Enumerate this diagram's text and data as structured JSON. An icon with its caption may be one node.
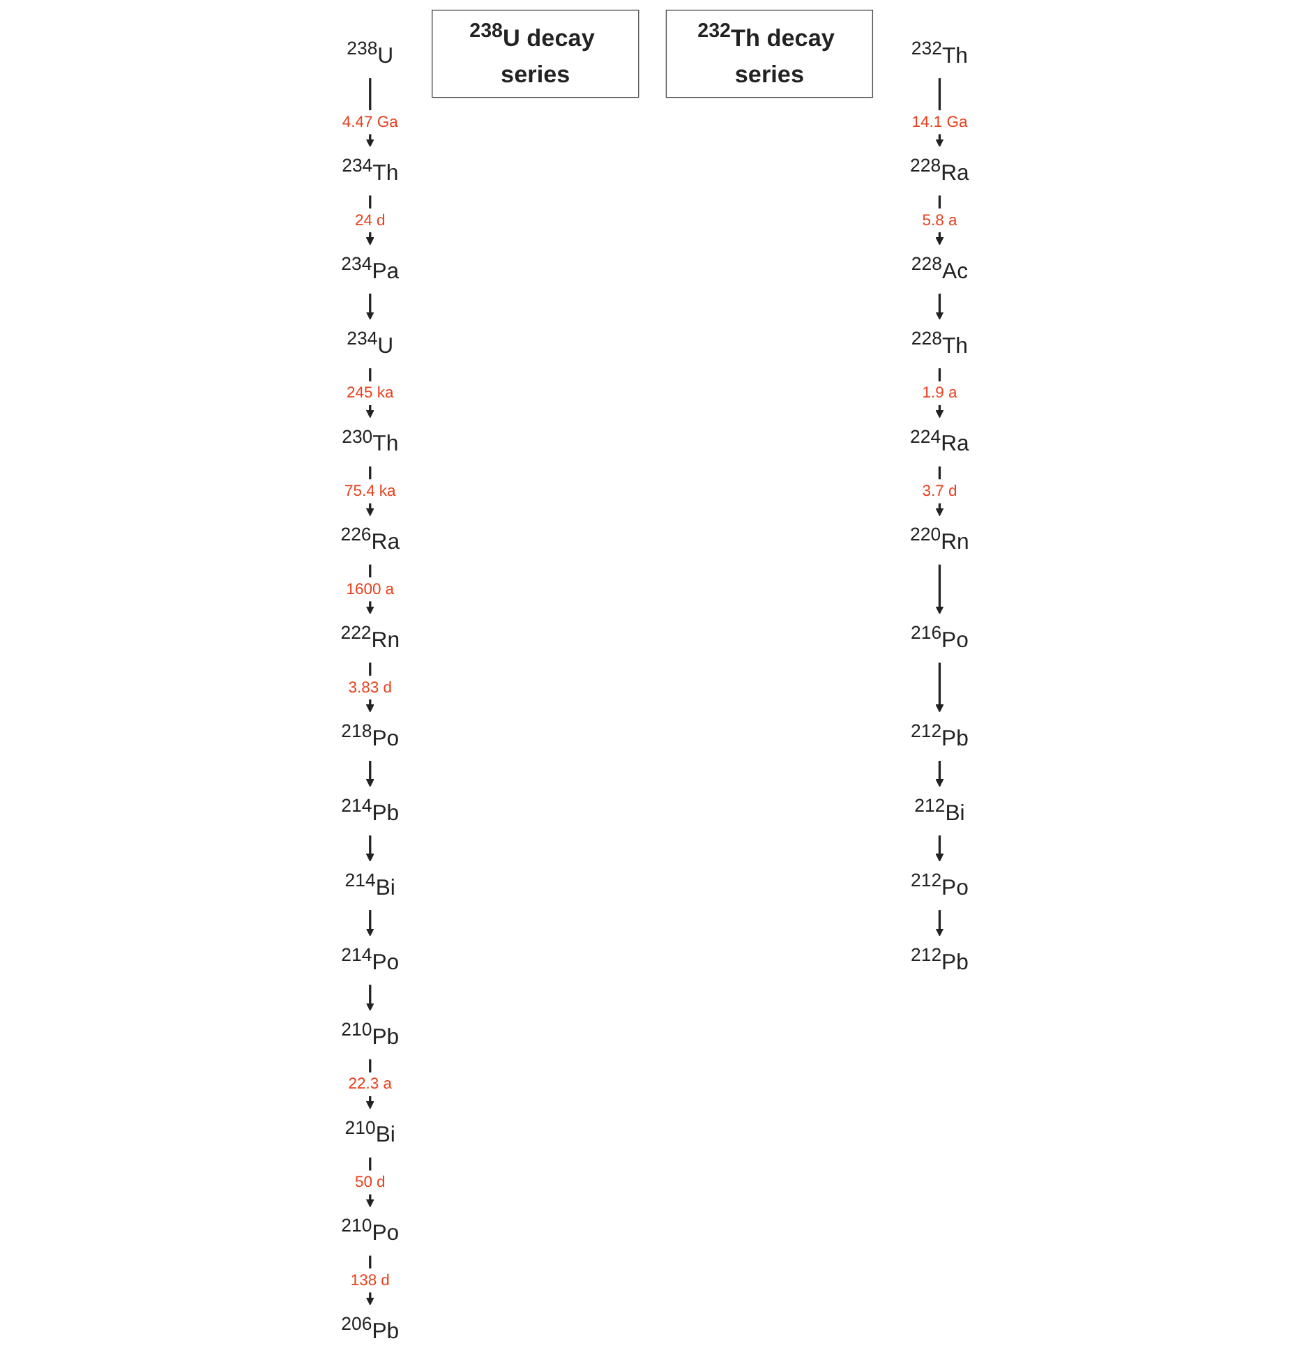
{
  "diagram": {
    "nodes": [
      {
        "text": [
          "$^{238}$U"
        ]
      },
      {
        "text": [
          "$^{234}$Th"
        ]
      },
      {
        "text": [
          "$^{238}$U decay series"
        ]
      },
      {
        "text": [
          "$^{234}$Pa"
        ]
      },
      {
        "text": [
          "$^{234}$U"
        ]
      },
      {
        "text": [
          "$^{230}$Th"
        ]
      },
      {
        "text": [
          "$^{226}$Ra"
        ]
      },
      {
        "text": [
          "$^{222}$Rn"
        ]
      },
      {
        "text": [
          "$^{218}$Po"
        ]
      },
      {
        "text": [
          "$^{214}$Pb"
        ]
      },
      {
        "text": [
          "$^{214}$Bi"
        ]
      },
      {
        "text": [
          "$^{214}$Po"
        ]
      },
      {
        "text": [
          "$^{210}$Pb"
        ]
      },
      {
        "text": [
          "$^{210}$Bi"
        ]
      },
      {
        "text": [
          "$^{210}$Po"
        ]
      },
      {
        "text": [
          "$^{206}$Pb"
        ]
      },
      {
        "text": [
          "$^{232}$Th decay series"
        ]
      },
      {
        "text": [
          "$^{232}$Th"
        ]
      },
      {
        "text": [
          "$^{228}$Ra"
        ]
      },
      {
        "text": [
          "$^{228}$Ac"
        ]
      },
      {
        "text": [
          "$^{228}$Th"
        ]
      },
      {
        "text": [
          "$^{224}$Ra"
        ]
      },
      {
        "text": [
          "$^{220}$Rn"
        ]
      },
      {
        "text": [
          "$^{216}$Po"
        ]
      },
      {
        "text": [
          "$^{212}$Pb"
        ]
      },
      {
        "text": [
          "$^{212}$Bi"
        ]
      },
      {
        "text": [
          "$^{212}$Po"
        ]
      },
      {
        "text": [
          "$^{212}$Pb"
        ]
      }
    ],
    "edges": [
      {
        "from": 0,
        "to": 1,
        "arrow": "to",
        "label": "4.47 Ga"
      },
      {
        "from": 1,
        "to": 3,
        "arrow": "to",
        "label": "24 d"
      },
      {
        "from": 3,
        "to": 4,
        "arrow": "to"
      },
      {
        "from": 4,
        "to": 5,
        "arrow": "to",
        "label": "245 ka"
      },
      {
        "from": 5,
        "to": 6,
        "arrow": "to",
        "label": "75.4 ka"
      },
      {
        "from": 6,
        "to": 7,
        "arrow": "to",
        "label": "1600 a"
      },
      {
        "from": 7,
        "to": 8,
        "arrow": "to",
        "label": "3.83 d"
      },
      {
        "from": 8,
        "to": 9,
        "arrow": "to"
      },
      {
        "from": 9,
        "to": 10,
        "arrow": "to"
      },
      {
        "from": 10,
        "to": 11,
        "arrow": "to"
      },
      {
        "from": 11,
        "to": 12,
        "arrow": "to"
      },
      {
        "from": 12,
        "to": 13,
        "arrow": "to",
        "label": "22.3 a"
      },
      {
        "from": 13,
        "to": 14,
        "arrow": "to",
        "label": "50 d"
      },
      {
        "from": 14,
        "to": 15,
        "arrow": "to",
        "label": "138 d"
      },
      {
        "from": 17,
        "to": 18,
        "arrow": "to",
        "label": "14.1 Ga"
      },
      {
        "from": 18,
        "to": 19,
        "arrow": "to",
        "label": "5.8 a"
      },
      {
        "from": 19,
        "to": 20,
        "arrow": "to"
      },
      {
        "from": 20,
        "to": 21,
        "arrow": "to",
        "label": "1.9 a"
      },
      {
        "from": 21,
        "to": 22,
        "arrow": "to",
        "label": "3.7 d"
      },
      {
        "from": 22,
        "to": 23,
        "arrow": "to"
      },
      {
        "from": 23,
        "to": 24,
        "arrow": "to"
      },
      {
        "from": 24,
        "to": 25,
        "arrow": "to"
      },
      {
        "from": 25,
        "to": 26,
        "arrow": "to"
      },
      {
        "from": 26,
        "to": 27,
        "arrow": "to"
      }
    ]
  }
}
